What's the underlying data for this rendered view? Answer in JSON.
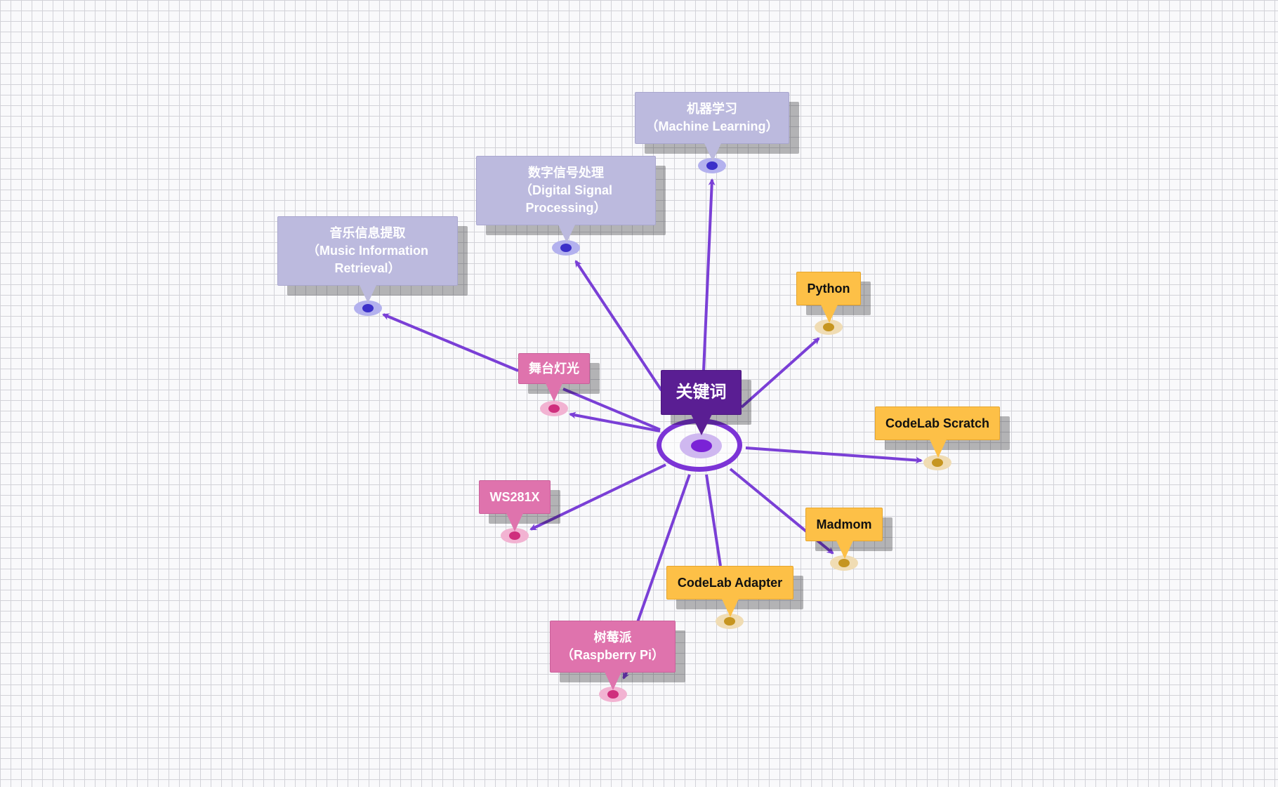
{
  "colors": {
    "edge": "#7a3fd6",
    "lavender": "#bcbade",
    "pink": "#df73ad",
    "orange": "#fdc047",
    "center": "#5a1e93"
  },
  "center": {
    "label": "关键词"
  },
  "nodes": {
    "ml": {
      "line1": "机器学习",
      "line2": "（Machine Learning）",
      "line3": ""
    },
    "dsp": {
      "line1": "数字信号处理",
      "line2": "（Digital Signal",
      "line3": "Processing）"
    },
    "mir": {
      "line1": "音乐信息提取",
      "line2": "（Music Information",
      "line3": "Retrieval）"
    },
    "stage": {
      "line1": "舞台灯光"
    },
    "ws": {
      "line1": "WS281X"
    },
    "rpi": {
      "line1": "树莓派",
      "line2": "（Raspberry Pi）"
    },
    "python": {
      "line1": "Python"
    },
    "scratch": {
      "line1": "CodeLab Scratch"
    },
    "madmom": {
      "line1": "Madmom"
    },
    "adapter": {
      "line1": "CodeLab Adapter"
    }
  }
}
